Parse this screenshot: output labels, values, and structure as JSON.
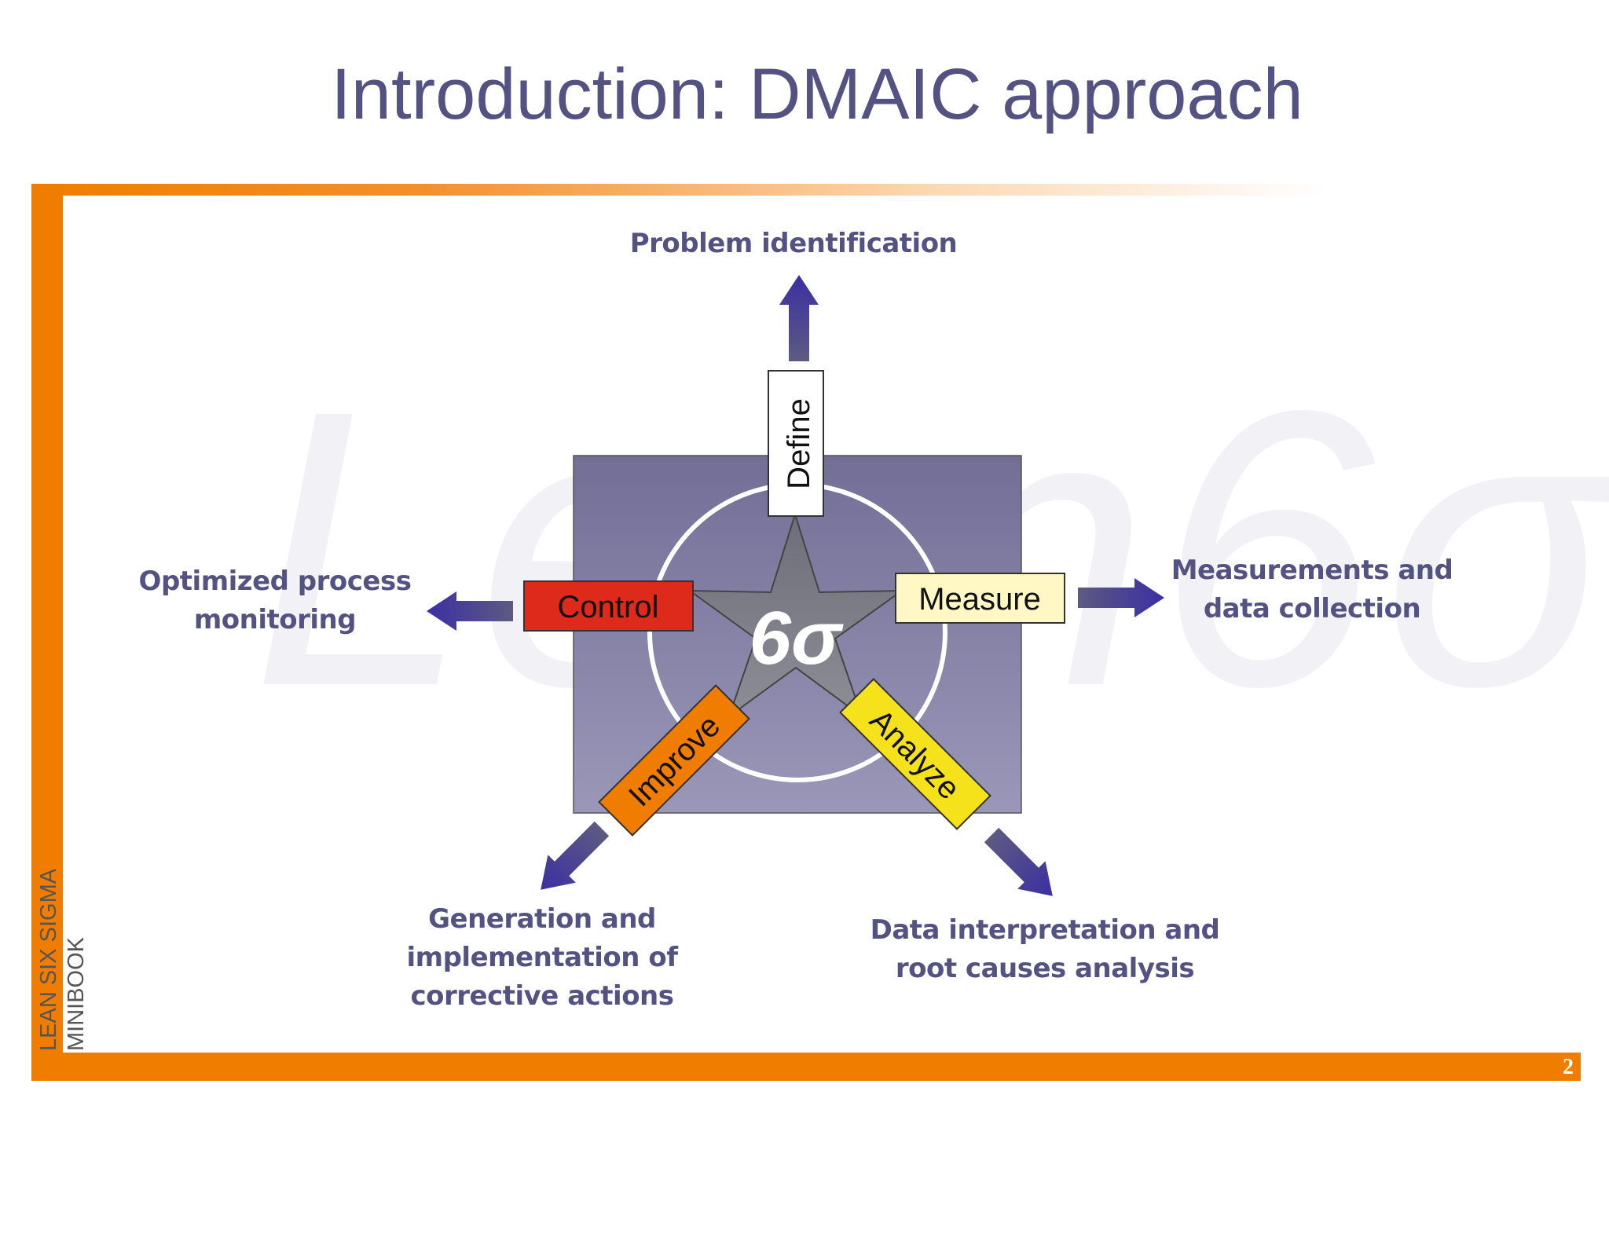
{
  "slide": {
    "title": "Introduction: DMAIC approach",
    "page_number": "2",
    "side_label_line1": "LEAN SIX SIGMA",
    "side_label_line2": "MINIBOOK",
    "watermark": "Lean6σ"
  },
  "diagram": {
    "center_symbol": "6σ",
    "phases": {
      "define": "Define",
      "measure": "Measure",
      "analyze": "Analyze",
      "improve": "Improve",
      "control": "Control"
    },
    "outcomes": {
      "define": "Problem identification",
      "measure_line1": "Measurements and",
      "measure_line2": "data collection",
      "analyze_line1": "Data interpretation and",
      "analyze_line2": "root causes analysis",
      "improve_line1": "Generation and",
      "improve_line2": "implementation of",
      "improve_line3": "corrective actions",
      "control_line1": "Optimized process",
      "control_line2": "monitoring"
    }
  },
  "colors": {
    "accent_orange": "#f07d00",
    "title_purple": "#545282",
    "arrow_blue": "#3b2fa3",
    "control_red": "#dd2a1b",
    "measure_cream": "#fff8c4",
    "improve_orange": "#f07d00",
    "analyze_yellow": "#f5e21b"
  }
}
